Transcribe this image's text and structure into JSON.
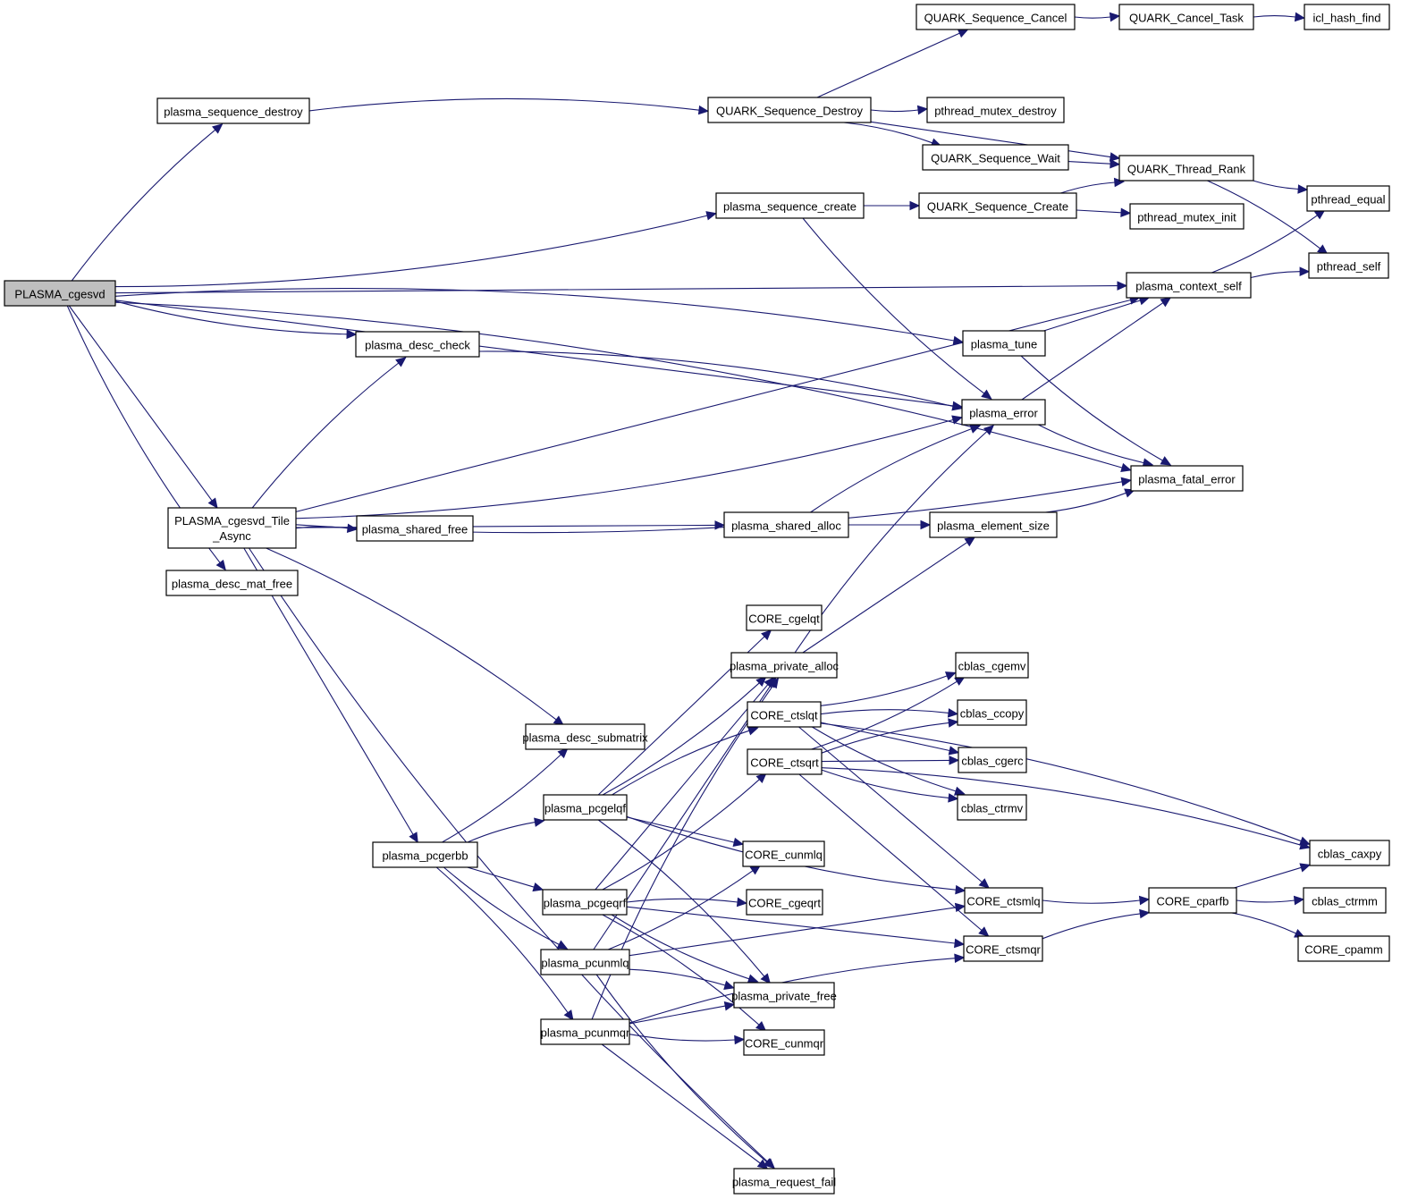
{
  "title": "Call graph for PLASMA_cgesvd",
  "colors": {
    "edge": "#191970",
    "root_fill": "#bfbfbf",
    "node_fill": "#ffffff",
    "border": "#000000"
  },
  "nodes": [
    {
      "id": "PLASMA_cgesvd",
      "label": "PLASMA_cgesvd",
      "root": true
    },
    {
      "id": "plasma_sequence_destroy",
      "label": "plasma_sequence_destroy"
    },
    {
      "id": "QUARK_Sequence_Destroy",
      "label": "QUARK_Sequence_Destroy"
    },
    {
      "id": "QUARK_Sequence_Cancel",
      "label": "QUARK_Sequence_Cancel"
    },
    {
      "id": "QUARK_Cancel_Task",
      "label": "QUARK_Cancel_Task"
    },
    {
      "id": "icl_hash_find",
      "label": "icl_hash_find"
    },
    {
      "id": "pthread_mutex_destroy",
      "label": "pthread_mutex_destroy"
    },
    {
      "id": "QUARK_Sequence_Wait",
      "label": "QUARK_Sequence_Wait"
    },
    {
      "id": "QUARK_Thread_Rank",
      "label": "QUARK_Thread_Rank"
    },
    {
      "id": "pthread_equal",
      "label": "pthread_equal"
    },
    {
      "id": "pthread_self",
      "label": "pthread_self"
    },
    {
      "id": "plasma_sequence_create",
      "label": "plasma_sequence_create"
    },
    {
      "id": "QUARK_Sequence_Create",
      "label": "QUARK_Sequence_Create"
    },
    {
      "id": "pthread_mutex_init",
      "label": "pthread_mutex_init"
    },
    {
      "id": "plasma_context_self",
      "label": "plasma_context_self"
    },
    {
      "id": "plasma_tune",
      "label": "plasma_tune"
    },
    {
      "id": "plasma_desc_check",
      "label": "plasma_desc_check"
    },
    {
      "id": "plasma_error",
      "label": "plasma_error"
    },
    {
      "id": "plasma_fatal_error",
      "label": "plasma_fatal_error"
    },
    {
      "id": "PLASMA_cgesvd_Tile_Async",
      "label": "PLASMA_cgesvd_Tile",
      "label2": "_Async"
    },
    {
      "id": "plasma_shared_free",
      "label": "plasma_shared_free"
    },
    {
      "id": "plasma_shared_alloc",
      "label": "plasma_shared_alloc"
    },
    {
      "id": "plasma_element_size",
      "label": "plasma_element_size"
    },
    {
      "id": "plasma_desc_mat_free",
      "label": "plasma_desc_mat_free"
    },
    {
      "id": "CORE_cgelqt",
      "label": "CORE_cgelqt"
    },
    {
      "id": "plasma_private_alloc",
      "label": "plasma_private_alloc"
    },
    {
      "id": "CORE_ctslqt",
      "label": "CORE_ctslqt"
    },
    {
      "id": "CORE_ctsqrt",
      "label": "CORE_ctsqrt"
    },
    {
      "id": "cblas_cgemv",
      "label": "cblas_cgemv"
    },
    {
      "id": "cblas_ccopy",
      "label": "cblas_ccopy"
    },
    {
      "id": "cblas_cgerc",
      "label": "cblas_cgerc"
    },
    {
      "id": "cblas_ctrmv",
      "label": "cblas_ctrmv"
    },
    {
      "id": "cblas_caxpy",
      "label": "cblas_caxpy"
    },
    {
      "id": "plasma_desc_submatrix",
      "label": "plasma_desc_submatrix"
    },
    {
      "id": "plasma_pcgelqf",
      "label": "plasma_pcgelqf"
    },
    {
      "id": "plasma_pcgerbb",
      "label": "plasma_pcgerbb"
    },
    {
      "id": "CORE_cunmlq",
      "label": "CORE_cunmlq"
    },
    {
      "id": "plasma_pcgeqrf",
      "label": "plasma_pcgeqrf"
    },
    {
      "id": "CORE_cgeqrt",
      "label": "CORE_cgeqrt"
    },
    {
      "id": "CORE_ctsmlq",
      "label": "CORE_ctsmlq"
    },
    {
      "id": "CORE_cparfb",
      "label": "CORE_cparfb"
    },
    {
      "id": "cblas_ctrmm",
      "label": "cblas_ctrmm"
    },
    {
      "id": "CORE_ctsmqr",
      "label": "CORE_ctsmqr"
    },
    {
      "id": "CORE_cpamm",
      "label": "CORE_cpamm"
    },
    {
      "id": "plasma_pcunmlq",
      "label": "plasma_pcunmlq"
    },
    {
      "id": "plasma_private_free",
      "label": "plasma_private_free"
    },
    {
      "id": "plasma_pcunmqr",
      "label": "plasma_pcunmqr"
    },
    {
      "id": "CORE_cunmqr",
      "label": "CORE_cunmqr"
    },
    {
      "id": "plasma_request_fail",
      "label": "plasma_request_fail"
    }
  ],
  "edges": [
    [
      "PLASMA_cgesvd",
      "plasma_sequence_destroy"
    ],
    [
      "PLASMA_cgesvd",
      "plasma_context_self"
    ],
    [
      "PLASMA_cgesvd",
      "plasma_sequence_create"
    ],
    [
      "PLASMA_cgesvd",
      "plasma_tune"
    ],
    [
      "PLASMA_cgesvd",
      "plasma_error"
    ],
    [
      "PLASMA_cgesvd",
      "plasma_desc_check"
    ],
    [
      "PLASMA_cgesvd",
      "plasma_fatal_error"
    ],
    [
      "PLASMA_cgesvd",
      "PLASMA_cgesvd_Tile_Async"
    ],
    [
      "PLASMA_cgesvd",
      "plasma_desc_mat_free"
    ],
    [
      "plasma_sequence_destroy",
      "QUARK_Sequence_Destroy"
    ],
    [
      "QUARK_Sequence_Destroy",
      "QUARK_Sequence_Cancel"
    ],
    [
      "QUARK_Sequence_Destroy",
      "pthread_mutex_destroy"
    ],
    [
      "QUARK_Sequence_Destroy",
      "QUARK_Sequence_Wait"
    ],
    [
      "QUARK_Sequence_Destroy",
      "QUARK_Thread_Rank"
    ],
    [
      "QUARK_Sequence_Cancel",
      "QUARK_Cancel_Task"
    ],
    [
      "QUARK_Cancel_Task",
      "icl_hash_find"
    ],
    [
      "QUARK_Sequence_Wait",
      "QUARK_Thread_Rank"
    ],
    [
      "QUARK_Thread_Rank",
      "pthread_equal"
    ],
    [
      "QUARK_Thread_Rank",
      "pthread_self"
    ],
    [
      "plasma_sequence_create",
      "QUARK_Sequence_Create"
    ],
    [
      "plasma_sequence_create",
      "plasma_error"
    ],
    [
      "QUARK_Sequence_Create",
      "QUARK_Thread_Rank"
    ],
    [
      "QUARK_Sequence_Create",
      "pthread_mutex_init"
    ],
    [
      "plasma_context_self",
      "pthread_equal"
    ],
    [
      "plasma_context_self",
      "pthread_self"
    ],
    [
      "plasma_tune",
      "plasma_context_self"
    ],
    [
      "plasma_tune",
      "plasma_fatal_error"
    ],
    [
      "plasma_desc_check",
      "plasma_error"
    ],
    [
      "plasma_error",
      "plasma_context_self"
    ],
    [
      "plasma_error",
      "plasma_fatal_error"
    ],
    [
      "PLASMA_cgesvd_Tile_Async",
      "plasma_desc_check"
    ],
    [
      "PLASMA_cgesvd_Tile_Async",
      "plasma_context_self"
    ],
    [
      "PLASMA_cgesvd_Tile_Async",
      "plasma_error"
    ],
    [
      "PLASMA_cgesvd_Tile_Async",
      "plasma_shared_free"
    ],
    [
      "PLASMA_cgesvd_Tile_Async",
      "plasma_shared_alloc"
    ],
    [
      "PLASMA_cgesvd_Tile_Async",
      "plasma_fatal_error"
    ],
    [
      "PLASMA_cgesvd_Tile_Async",
      "plasma_desc_submatrix"
    ],
    [
      "PLASMA_cgesvd_Tile_Async",
      "plasma_pcgerbb"
    ],
    [
      "PLASMA_cgesvd_Tile_Async",
      "plasma_request_fail"
    ],
    [
      "plasma_shared_alloc",
      "plasma_error"
    ],
    [
      "plasma_shared_alloc",
      "plasma_element_size"
    ],
    [
      "plasma_element_size",
      "plasma_fatal_error"
    ],
    [
      "plasma_private_alloc",
      "plasma_error"
    ],
    [
      "plasma_private_alloc",
      "plasma_element_size"
    ],
    [
      "CORE_ctslqt",
      "cblas_cgemv"
    ],
    [
      "CORE_ctslqt",
      "cblas_ccopy"
    ],
    [
      "CORE_ctslqt",
      "cblas_cgerc"
    ],
    [
      "CORE_ctslqt",
      "cblas_ctrmv"
    ],
    [
      "CORE_ctslqt",
      "cblas_caxpy"
    ],
    [
      "CORE_ctslqt",
      "CORE_ctsmlq"
    ],
    [
      "CORE_ctsqrt",
      "cblas_cgemv"
    ],
    [
      "CORE_ctsqrt",
      "cblas_ccopy"
    ],
    [
      "CORE_ctsqrt",
      "cblas_cgerc"
    ],
    [
      "CORE_ctsqrt",
      "cblas_ctrmv"
    ],
    [
      "CORE_ctsqrt",
      "cblas_caxpy"
    ],
    [
      "CORE_ctsqrt",
      "CORE_ctsmqr"
    ],
    [
      "plasma_pcgerbb",
      "plasma_desc_submatrix"
    ],
    [
      "plasma_pcgerbb",
      "plasma_pcgelqf"
    ],
    [
      "plasma_pcgerbb",
      "plasma_pcgeqrf"
    ],
    [
      "plasma_pcgerbb",
      "plasma_pcunmlq"
    ],
    [
      "plasma_pcgerbb",
      "plasma_pcunmqr"
    ],
    [
      "plasma_pcgelqf",
      "CORE_cgelqt"
    ],
    [
      "plasma_pcgelqf",
      "plasma_private_alloc"
    ],
    [
      "plasma_pcgelqf",
      "CORE_ctslqt"
    ],
    [
      "plasma_pcgelqf",
      "CORE_cunmlq"
    ],
    [
      "plasma_pcgelqf",
      "CORE_ctsmlq"
    ],
    [
      "plasma_pcgelqf",
      "plasma_private_free"
    ],
    [
      "plasma_pcgeqrf",
      "plasma_private_alloc"
    ],
    [
      "plasma_pcgeqrf",
      "CORE_ctsqrt"
    ],
    [
      "plasma_pcgeqrf",
      "CORE_cgeqrt"
    ],
    [
      "plasma_pcgeqrf",
      "CORE_ctsmqr"
    ],
    [
      "plasma_pcgeqrf",
      "plasma_private_free"
    ],
    [
      "plasma_pcgeqrf",
      "CORE_cunmqr"
    ],
    [
      "plasma_pcunmlq",
      "plasma_private_alloc"
    ],
    [
      "plasma_pcunmlq",
      "CORE_cunmlq"
    ],
    [
      "plasma_pcunmlq",
      "plasma_private_free"
    ],
    [
      "plasma_pcunmlq",
      "CORE_ctsmlq"
    ],
    [
      "plasma_pcunmlq",
      "plasma_request_fail"
    ],
    [
      "plasma_pcunmqr",
      "plasma_private_alloc"
    ],
    [
      "plasma_pcunmqr",
      "plasma_private_free"
    ],
    [
      "plasma_pcunmqr",
      "CORE_cunmqr"
    ],
    [
      "plasma_pcunmqr",
      "CORE_ctsmqr"
    ],
    [
      "plasma_pcunmqr",
      "plasma_request_fail"
    ],
    [
      "CORE_ctsmlq",
      "CORE_cparfb"
    ],
    [
      "CORE_ctsmqr",
      "CORE_cparfb"
    ],
    [
      "CORE_cparfb",
      "cblas_caxpy"
    ],
    [
      "CORE_cparfb",
      "cblas_ctrmm"
    ],
    [
      "CORE_cparfb",
      "CORE_cpamm"
    ]
  ]
}
